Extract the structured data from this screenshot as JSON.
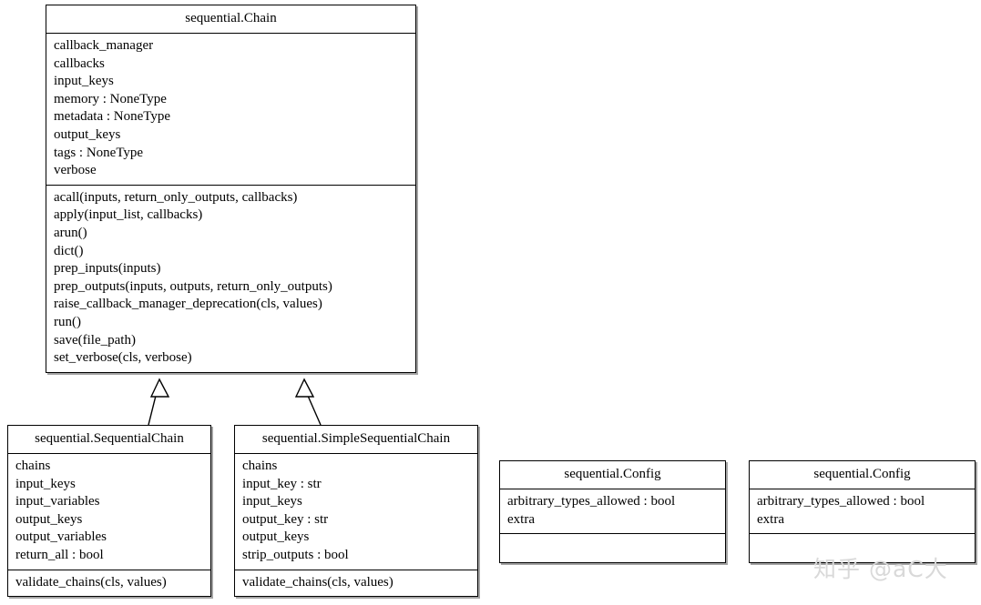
{
  "diagram": {
    "type": "uml-class-diagram",
    "background": "#ffffff",
    "line_color": "#000000",
    "classes": [
      {
        "id": "chain",
        "name": "sequential.Chain",
        "attributes": [
          "callback_manager",
          "callbacks",
          "input_keys",
          "memory : NoneType",
          "metadata : NoneType",
          "output_keys",
          "tags : NoneType",
          "verbose"
        ],
        "methods": [
          "acall(inputs, return_only_outputs, callbacks)",
          "apply(input_list, callbacks)",
          "arun()",
          "dict()",
          "prep_inputs(inputs)",
          "prep_outputs(inputs, outputs, return_only_outputs)",
          "raise_callback_manager_deprecation(cls, values)",
          "run()",
          "save(file_path)",
          "set_verbose(cls, verbose)"
        ]
      },
      {
        "id": "sequential-chain",
        "name": "sequential.SequentialChain",
        "attributes": [
          "chains",
          "input_keys",
          "input_variables",
          "output_keys",
          "output_variables",
          "return_all : bool"
        ],
        "methods": [
          "validate_chains(cls, values)"
        ]
      },
      {
        "id": "simple-sequential-chain",
        "name": "sequential.SimpleSequentialChain",
        "attributes": [
          "chains",
          "input_key : str",
          "input_keys",
          "output_key : str",
          "output_keys",
          "strip_outputs : bool"
        ],
        "methods": [
          "validate_chains(cls, values)"
        ]
      },
      {
        "id": "config-1",
        "name": "sequential.Config",
        "attributes": [
          "arbitrary_types_allowed : bool",
          "extra"
        ],
        "methods": []
      },
      {
        "id": "config-2",
        "name": "sequential.Config",
        "attributes": [
          "arbitrary_types_allowed : bool",
          "extra"
        ],
        "methods": []
      }
    ],
    "relations": [
      {
        "id": "gen-sequential-chain",
        "kind": "generalization",
        "from": "sequential.SequentialChain",
        "to": "sequential.Chain"
      },
      {
        "id": "gen-simple-sequential-chain",
        "kind": "generalization",
        "from": "sequential.SimpleSequentialChain",
        "to": "sequential.Chain"
      }
    ]
  },
  "watermark": {
    "text": "知乎 @aC大",
    "color": "#d9d9d9"
  }
}
